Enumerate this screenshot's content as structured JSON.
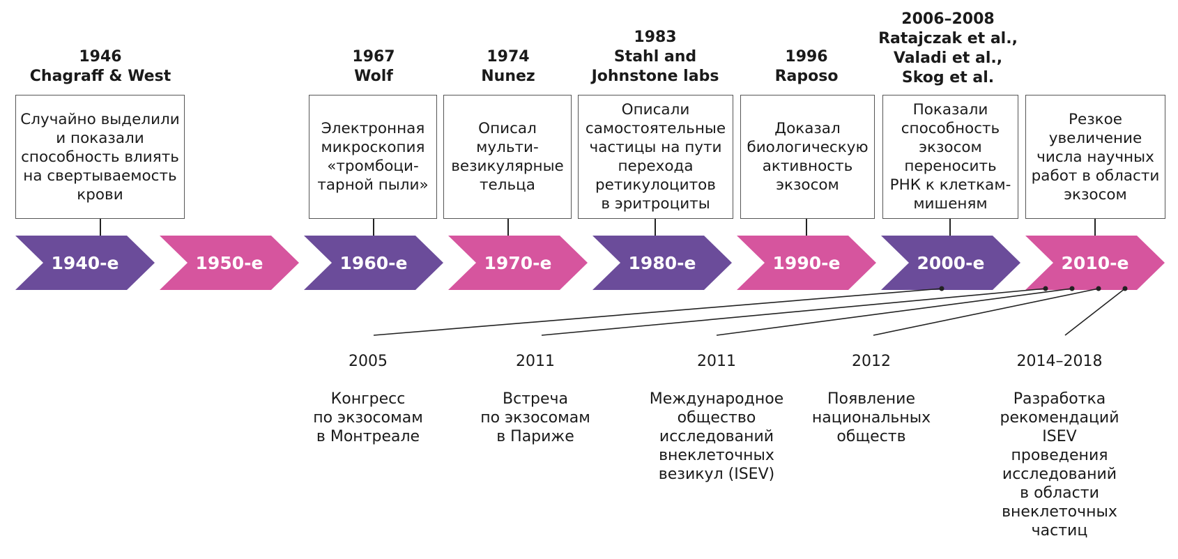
{
  "colors": {
    "purple": "#6B4C9A",
    "pink": "#D6559E",
    "line": "#222222"
  },
  "milestones": [
    {
      "year": "1946",
      "names": [
        "Chagraff & West"
      ],
      "text": "Случайно выделили\nи показали\nспособность влиять\nна свертываемость\nкрови"
    },
    {
      "year": "1967",
      "names": [
        "Wolf"
      ],
      "text": "Электронная\nмикроскопия\n«тромбоци-\nтарной пыли»"
    },
    {
      "year": "1974",
      "names": [
        "Nunez"
      ],
      "text": "Описал\nмульти-\nвезикулярные\nтельца"
    },
    {
      "year": "1983",
      "names": [
        "Stahl and",
        "Johnstone labs"
      ],
      "text": "Описали\nсамостоятельные\nчастицы на пути\nперехода\nретикулоцитов\nв эритроциты"
    },
    {
      "year": "1996",
      "names": [
        "Raposo"
      ],
      "text": "Доказал\nбиологическую\nактивность\nэкзосом"
    },
    {
      "year": "2006–2008",
      "names": [
        "Ratajczak et al.,",
        "Valadi et al.,",
        "Skog et al."
      ],
      "text": "Показали\nспособность\nэкзосом\nпереносить\nРНК к клеткам-\nмишеням"
    },
    {
      "year": "",
      "names": [],
      "text": "Резкое\nувеличение\nчисла научных\nработ в области\nэкзосом"
    }
  ],
  "decades": [
    {
      "label": "1940-е",
      "color": "purple"
    },
    {
      "label": "1950-е",
      "color": "pink"
    },
    {
      "label": "1960-е",
      "color": "purple"
    },
    {
      "label": "1970-е",
      "color": "pink"
    },
    {
      "label": "1980-е",
      "color": "purple"
    },
    {
      "label": "1990-е",
      "color": "pink"
    },
    {
      "label": "2000-е",
      "color": "purple"
    },
    {
      "label": "2010-е",
      "color": "pink"
    }
  ],
  "events": [
    {
      "year": "2005",
      "text": "Конгресс\nпо экзосомам\nв Монтреале"
    },
    {
      "year": "2011",
      "text": "Встреча\nпо экзосомам\nв Париже"
    },
    {
      "year": "2011",
      "text": "Международное\nобщество\nисследований\nвнеклеточных\nвезикул (ISEV)"
    },
    {
      "year": "2012",
      "text": "Появление\nнациональных\nобществ"
    },
    {
      "year": "2014–2018",
      "text": "Разработка\nрекомендаций\nISEV проведения\nисследований\nв области внеклеточных\nчастиц"
    }
  ]
}
